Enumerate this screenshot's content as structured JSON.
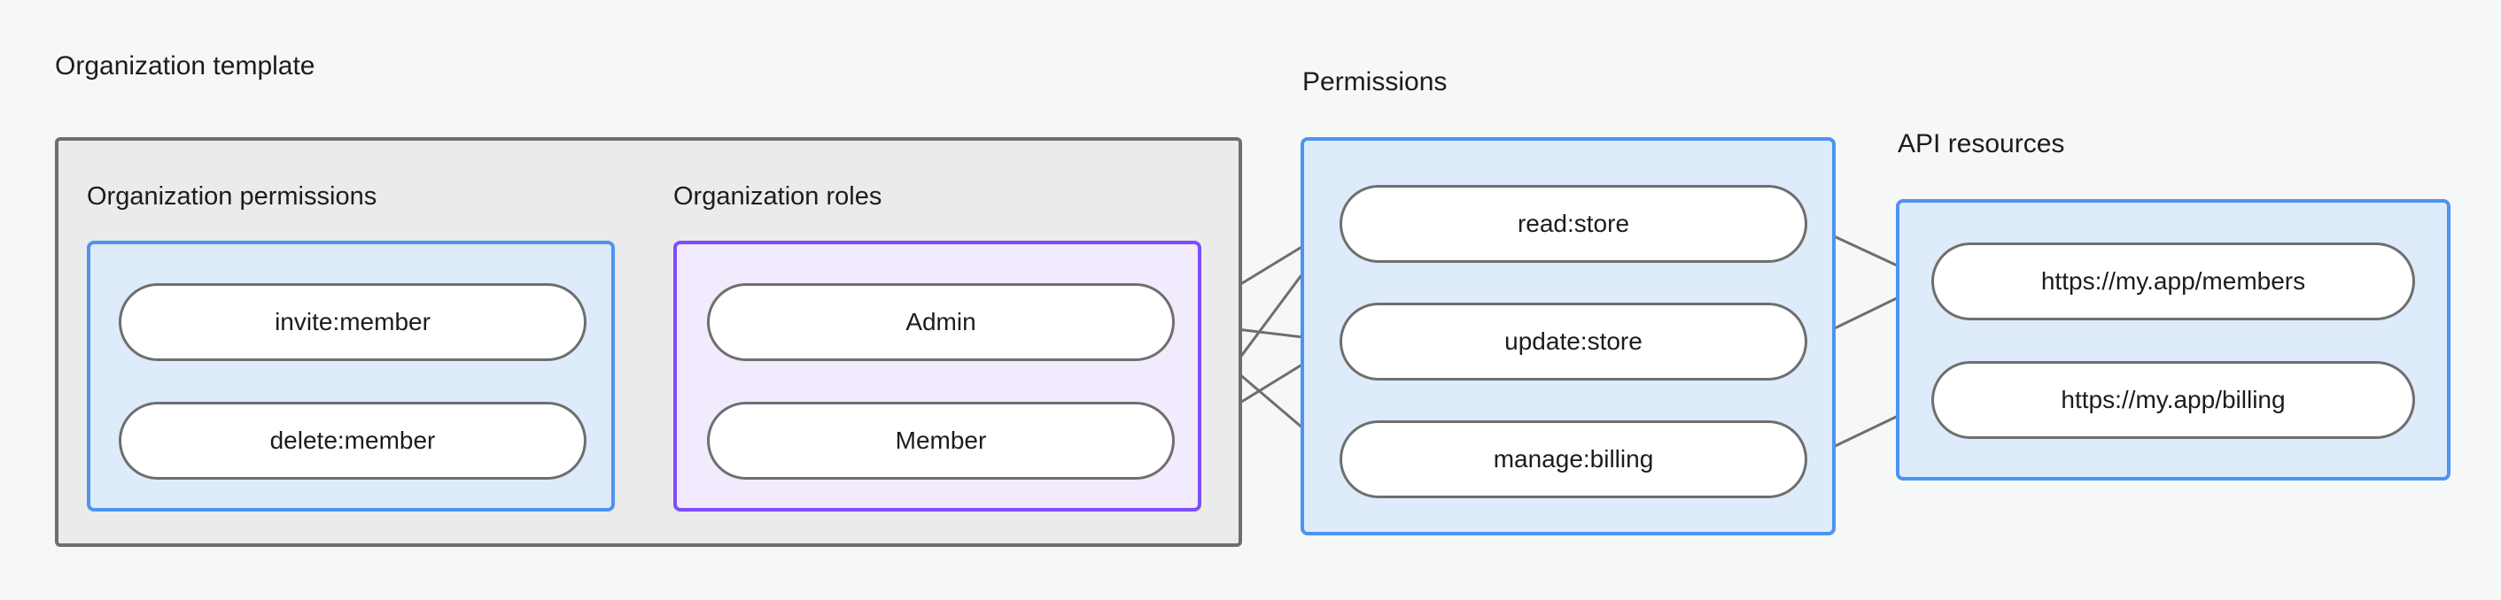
{
  "groups": {
    "organization_template": {
      "title": "Organization template",
      "subgroups": {
        "organization_permissions": {
          "title": "Organization permissions",
          "accent": "#4d94f0",
          "fill": "#ddebfb",
          "nodes": [
            {
              "id": "invite-member",
              "label": "invite:member"
            },
            {
              "id": "delete-member",
              "label": "delete:member"
            }
          ]
        },
        "organization_roles": {
          "title": "Organization roles",
          "accent": "#7c4dfd",
          "fill": "#f2eafd",
          "nodes": [
            {
              "id": "admin",
              "label": "Admin"
            },
            {
              "id": "member",
              "label": "Member"
            }
          ]
        }
      }
    },
    "permissions": {
      "title": "Permissions",
      "accent": "#4d94f0",
      "fill": "#ddebfb",
      "nodes": [
        {
          "id": "read-store",
          "label": "read:store"
        },
        {
          "id": "update-store",
          "label": "update:store"
        },
        {
          "id": "manage-billing",
          "label": "manage:billing"
        }
      ]
    },
    "api_resources": {
      "title": "API resources",
      "accent": "#4d94f0",
      "fill": "#ddebfb",
      "nodes": [
        {
          "id": "members-url",
          "label": "https://my.app/members"
        },
        {
          "id": "billing-url",
          "label": "https://my.app/billing"
        }
      ]
    }
  },
  "edges": [
    {
      "from": "invite-member",
      "to": "admin"
    },
    {
      "from": "invite-member",
      "to": "member"
    },
    {
      "from": "delete-member",
      "to": "member"
    },
    {
      "from": "admin",
      "to": "read-store"
    },
    {
      "from": "admin",
      "to": "update-store"
    },
    {
      "from": "admin",
      "to": "manage-billing"
    },
    {
      "from": "member",
      "to": "read-store"
    },
    {
      "from": "member",
      "to": "update-store"
    },
    {
      "from": "read-store",
      "to": "members-url"
    },
    {
      "from": "update-store",
      "to": "members-url"
    },
    {
      "from": "manage-billing",
      "to": "billing-url"
    }
  ],
  "colors": {
    "page_background": "#f6f7f7",
    "template_fill": "#ebebeb",
    "template_border": "#6e6e6e",
    "blue_accent": "#4d94f0",
    "blue_fill": "#ddebfb",
    "purple_accent": "#7c4dfd",
    "purple_fill": "#f2eafd",
    "node_border": "#6e6e6e",
    "node_fill": "#ffffff",
    "edge_stroke": "#6e6e6e",
    "text": "#1c1c1c"
  }
}
